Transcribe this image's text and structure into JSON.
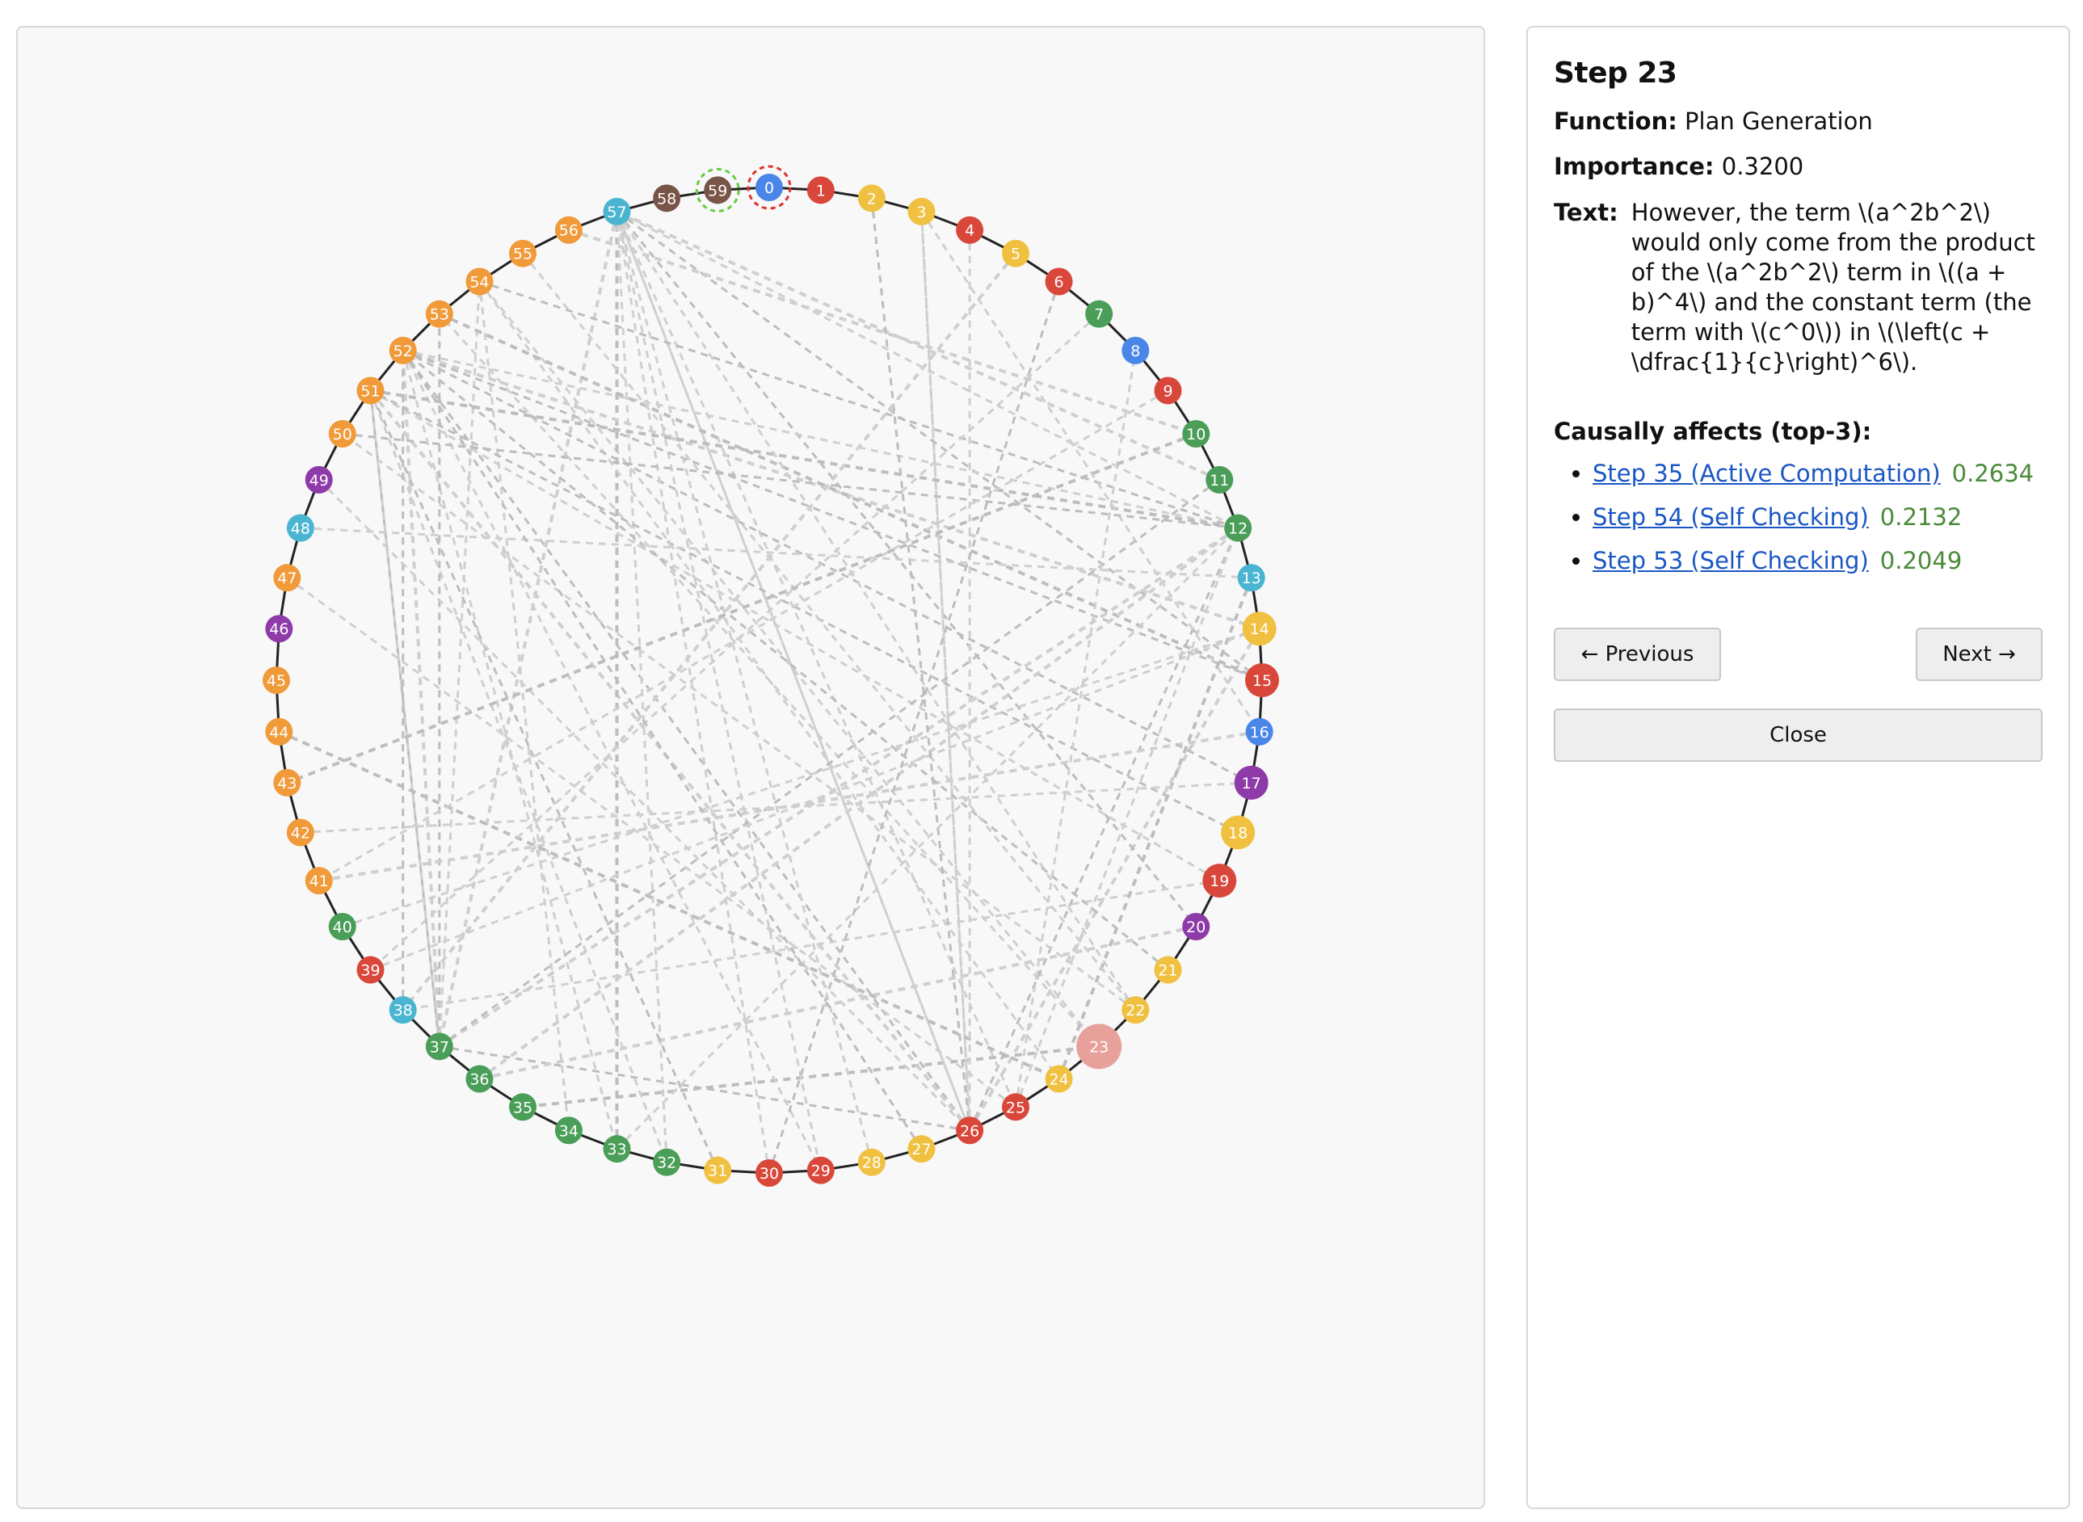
{
  "graph": {
    "nodes": [
      {
        "label": "0",
        "color": "#4a86e8",
        "ring": "#e03030"
      },
      {
        "label": "1",
        "color": "#d9473a"
      },
      {
        "label": "2",
        "color": "#f0c040"
      },
      {
        "label": "3",
        "color": "#f0c040"
      },
      {
        "label": "4",
        "color": "#d9473a"
      },
      {
        "label": "5",
        "color": "#f0c040"
      },
      {
        "label": "6",
        "color": "#d9473a"
      },
      {
        "label": "7",
        "color": "#4a9e57"
      },
      {
        "label": "8",
        "color": "#4a86e8"
      },
      {
        "label": "9",
        "color": "#d9473a"
      },
      {
        "label": "10",
        "color": "#4a9e57"
      },
      {
        "label": "11",
        "color": "#4a9e57"
      },
      {
        "label": "12",
        "color": "#4a9e57"
      },
      {
        "label": "13",
        "color": "#4ab5d0"
      },
      {
        "label": "14",
        "color": "#f0c040",
        "large": true
      },
      {
        "label": "15",
        "color": "#d9473a",
        "large": true
      },
      {
        "label": "16",
        "color": "#4a86e8"
      },
      {
        "label": "17",
        "color": "#8e3aa8",
        "large": true
      },
      {
        "label": "18",
        "color": "#f0c040",
        "large": true
      },
      {
        "label": "19",
        "color": "#d9473a",
        "large": true
      },
      {
        "label": "20",
        "color": "#8e3aa8"
      },
      {
        "label": "21",
        "color": "#f0c040"
      },
      {
        "label": "22",
        "color": "#f0c040"
      },
      {
        "label": "23",
        "color": "#e8a09a",
        "selected": true
      },
      {
        "label": "24",
        "color": "#f0c040"
      },
      {
        "label": "25",
        "color": "#d9473a"
      },
      {
        "label": "26",
        "color": "#d9473a"
      },
      {
        "label": "27",
        "color": "#f0c040"
      },
      {
        "label": "28",
        "color": "#f0c040"
      },
      {
        "label": "29",
        "color": "#d9473a"
      },
      {
        "label": "30",
        "color": "#d9473a"
      },
      {
        "label": "31",
        "color": "#f0c040"
      },
      {
        "label": "32",
        "color": "#4a9e57"
      },
      {
        "label": "33",
        "color": "#4a9e57"
      },
      {
        "label": "34",
        "color": "#4a9e57"
      },
      {
        "label": "35",
        "color": "#4a9e57"
      },
      {
        "label": "36",
        "color": "#4a9e57"
      },
      {
        "label": "37",
        "color": "#4a9e57"
      },
      {
        "label": "38",
        "color": "#4ab5d0"
      },
      {
        "label": "39",
        "color": "#d9473a"
      },
      {
        "label": "40",
        "color": "#4a9e57"
      },
      {
        "label": "41",
        "color": "#f09a3a"
      },
      {
        "label": "42",
        "color": "#f09a3a"
      },
      {
        "label": "43",
        "color": "#f09a3a"
      },
      {
        "label": "44",
        "color": "#f09a3a"
      },
      {
        "label": "45",
        "color": "#f09a3a"
      },
      {
        "label": "46",
        "color": "#8e3aa8"
      },
      {
        "label": "47",
        "color": "#f09a3a"
      },
      {
        "label": "48",
        "color": "#4ab5d0"
      },
      {
        "label": "49",
        "color": "#8e3aa8"
      },
      {
        "label": "50",
        "color": "#f09a3a"
      },
      {
        "label": "51",
        "color": "#f09a3a"
      },
      {
        "label": "52",
        "color": "#f09a3a"
      },
      {
        "label": "53",
        "color": "#f09a3a"
      },
      {
        "label": "54",
        "color": "#f09a3a"
      },
      {
        "label": "55",
        "color": "#f09a3a"
      },
      {
        "label": "56",
        "color": "#f09a3a"
      },
      {
        "label": "57",
        "color": "#4ab5d0"
      },
      {
        "label": "58",
        "color": "#795548"
      },
      {
        "label": "59",
        "color": "#795548",
        "ring": "#66cc44"
      }
    ],
    "edges": [
      [
        23,
        35
      ],
      [
        23,
        54
      ],
      [
        23,
        53
      ],
      [
        26,
        52
      ],
      [
        26,
        51
      ],
      [
        26,
        57
      ],
      [
        26,
        37
      ],
      [
        26,
        3
      ],
      [
        26,
        14
      ],
      [
        26,
        12
      ],
      [
        57,
        26
      ],
      [
        57,
        25
      ],
      [
        57,
        33
      ],
      [
        57,
        32
      ],
      [
        57,
        12
      ],
      [
        57,
        15
      ],
      [
        57,
        37
      ],
      [
        57,
        29
      ],
      [
        57,
        20
      ],
      [
        52,
        12
      ],
      [
        52,
        14
      ],
      [
        52,
        15
      ],
      [
        52,
        33
      ],
      [
        52,
        29
      ],
      [
        51,
        12
      ],
      [
        51,
        32
      ],
      [
        51,
        19
      ],
      [
        51,
        37
      ],
      [
        37,
        52
      ],
      [
        37,
        51
      ],
      [
        37,
        53
      ],
      [
        37,
        54
      ],
      [
        37,
        12
      ],
      [
        54,
        12
      ],
      [
        54,
        34
      ],
      [
        54,
        24
      ],
      [
        53,
        15
      ],
      [
        3,
        26
      ],
      [
        3,
        16
      ],
      [
        11,
        37
      ],
      [
        11,
        57
      ],
      [
        19,
        38
      ],
      [
        18,
        51
      ],
      [
        14,
        40
      ],
      [
        16,
        41
      ],
      [
        17,
        52
      ],
      [
        25,
        12
      ],
      [
        25,
        8
      ],
      [
        24,
        13
      ],
      [
        22,
        57
      ],
      [
        22,
        50
      ],
      [
        21,
        52
      ],
      [
        20,
        36
      ],
      [
        30,
        57
      ],
      [
        31,
        51
      ],
      [
        33,
        12
      ],
      [
        36,
        12
      ],
      [
        38,
        52
      ],
      [
        39,
        14
      ],
      [
        42,
        17
      ],
      [
        44,
        24
      ],
      [
        47,
        25
      ],
      [
        49,
        26
      ],
      [
        50,
        12
      ],
      [
        56,
        10
      ],
      [
        55,
        22
      ],
      [
        2,
        26
      ],
      [
        4,
        26
      ],
      [
        5,
        38
      ],
      [
        6,
        30
      ],
      [
        7,
        39
      ],
      [
        9,
        41
      ],
      [
        10,
        43
      ],
      [
        13,
        48
      ],
      [
        28,
        57
      ],
      [
        27,
        52
      ]
    ]
  },
  "detail": {
    "title": "Step 23",
    "function_label": "Function:",
    "function_value": "Plan Generation",
    "importance_label": "Importance:",
    "importance_value": "0.3200",
    "text_label": "Text:",
    "text_value": "However, the term \\(a^2b^2\\) would only come from the product of the \\(a^2b^2\\) term in \\((a + b)^4\\) and the constant term (the term with \\(c^0\\)) in \\(\\left(c + \\dfrac{1}{c}\\right)^6\\).",
    "affects_title": "Causally affects (top-3):",
    "affects": [
      {
        "label": "Step 35 (Active Computation)",
        "score": "0.2634"
      },
      {
        "label": "Step 54 (Self Checking)",
        "score": "0.2132"
      },
      {
        "label": "Step 53 (Self Checking)",
        "score": "0.2049"
      }
    ],
    "prev_label": "← Previous",
    "next_label": "Next →",
    "close_label": "Close"
  }
}
